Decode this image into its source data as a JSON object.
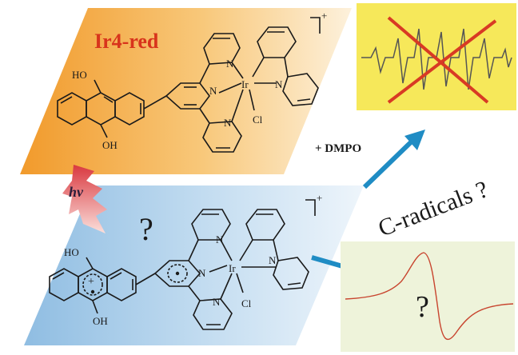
{
  "top_panel": {
    "title": "Ir4-red",
    "charge": "+",
    "labels": {
      "ho": "HO",
      "oh": "OH",
      "n1": "N",
      "n2": "N",
      "n3": "N",
      "n4": "N",
      "metal": "Ir",
      "cl": "Cl"
    }
  },
  "bottom_panel": {
    "question": "?",
    "charge": "+",
    "labels": {
      "ho": "HO",
      "oh": "OH",
      "n1": "N",
      "n2": "N",
      "n3": "N",
      "n4": "N",
      "metal": "Ir",
      "cl": "Cl"
    }
  },
  "light": {
    "symbol": "hν"
  },
  "arrow_top_label": "+ DMPO",
  "center_label": "C-radicals ?",
  "epr_bottom": {
    "question": "?"
  },
  "colors": {
    "orange": "#f2a93a",
    "blue": "#9dc3e3",
    "epr_top_bg": "#f6e85a",
    "epr_bottom_bg": "#eef3da",
    "red": "#d83a24",
    "arrow": "#1f8cc4"
  }
}
